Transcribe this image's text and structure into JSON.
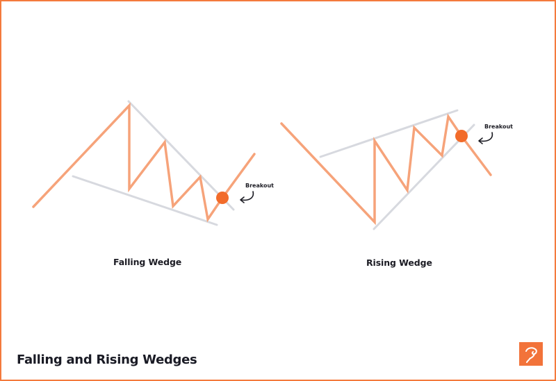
{
  "diagram": {
    "title": "Falling and Rising Wedges",
    "colors": {
      "price_line": "#f6a37a",
      "trendline": "#d7d9df",
      "breakout_dot": "#f26b2a",
      "border": "#f47a3c",
      "text": "#1c1c24",
      "logo_bg": "#f2733a"
    },
    "panels": [
      {
        "name": "Falling Wedge",
        "caption": "Falling Wedge",
        "breakout_label": "Breakout",
        "price_path": [
          [
            48,
            298
          ],
          [
            186,
            152
          ],
          [
            186,
            272
          ],
          [
            237,
            205
          ],
          [
            249,
            297
          ],
          [
            288,
            255
          ],
          [
            299,
            316
          ],
          [
            320,
            285
          ],
          [
            366,
            222
          ]
        ],
        "upper_trendline": [
          [
            185,
            146
          ],
          [
            336,
            302
          ]
        ],
        "lower_trendline": [
          [
            105,
            254
          ],
          [
            312,
            324
          ]
        ],
        "breakout_point": [
          320,
          285
        ]
      },
      {
        "name": "Rising Wedge",
        "caption": "Rising Wedge",
        "breakout_label": "Breakout",
        "price_path": [
          [
            405,
            178
          ],
          [
            539,
            320
          ],
          [
            539,
            203
          ],
          [
            586,
            274
          ],
          [
            596,
            184
          ],
          [
            636,
            224
          ],
          [
            645,
            168
          ],
          [
            664,
            196
          ],
          [
            706,
            252
          ]
        ],
        "upper_trendline": [
          [
            461,
            226
          ],
          [
            658,
            159
          ]
        ],
        "lower_trendline": [
          [
            538,
            330
          ],
          [
            682,
            180
          ]
        ],
        "breakout_point": [
          664,
          196
        ]
      }
    ]
  },
  "footer": {
    "title": "Falling and Rising Wedges",
    "logo_icon": "brand-logo-icon"
  }
}
